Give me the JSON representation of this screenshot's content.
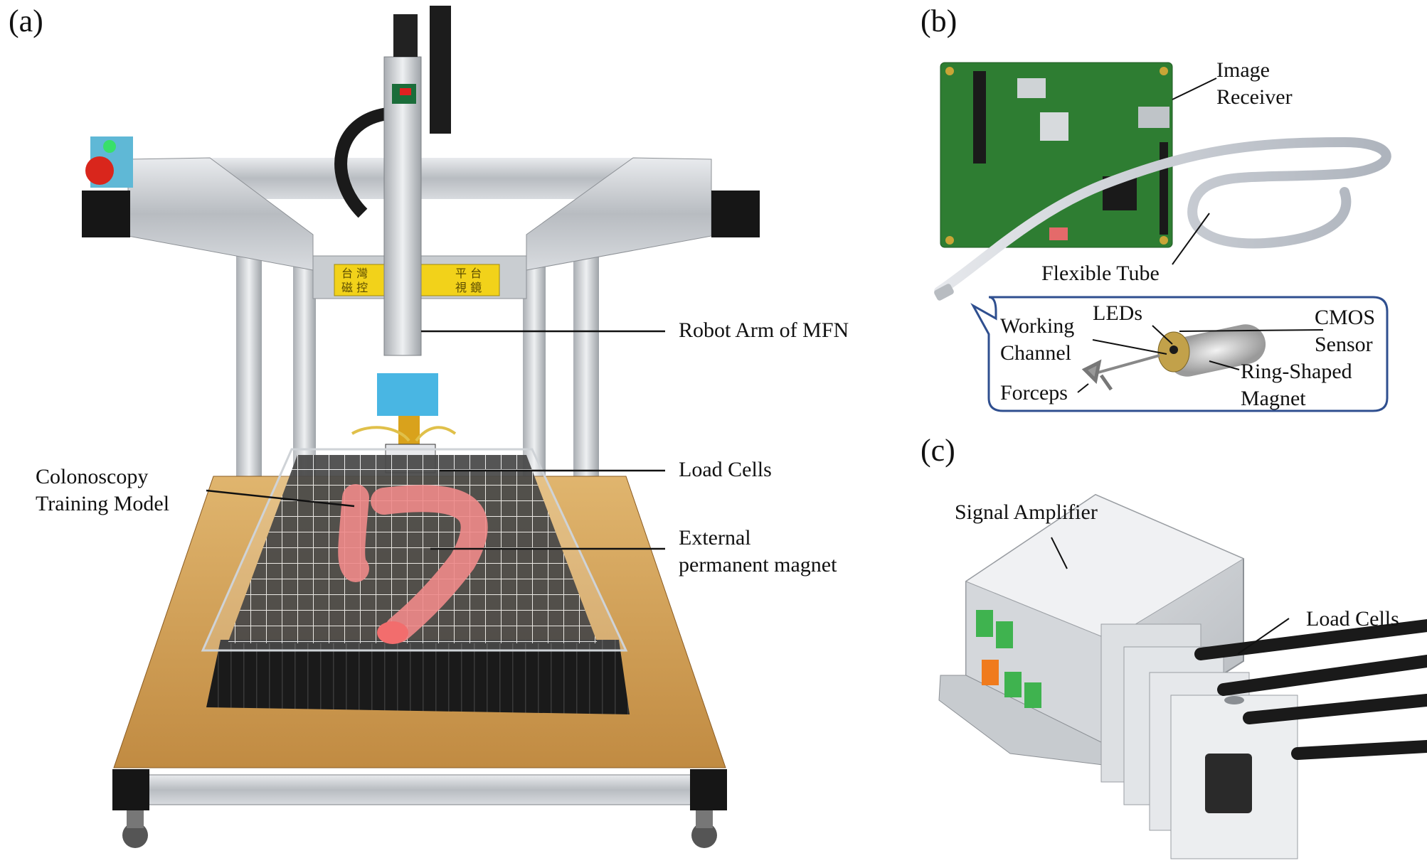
{
  "panels": {
    "a": {
      "label": "(a)",
      "annotations": {
        "robot_arm": "Robot Arm of MFN",
        "load_cells": "Load Cells",
        "training_model": [
          "Colonoscopy",
          "Training Model"
        ],
        "external_magnet": [
          "External",
          "permanent magnet"
        ]
      },
      "signage": [
        "台 灣",
        "平 台",
        "磁 控",
        "視 鏡"
      ]
    },
    "b": {
      "label": "(b)",
      "annotations": {
        "image_receiver": [
          "Image",
          "Receiver"
        ],
        "flexible_tube": "Flexible Tube",
        "leds": "LEDs",
        "cmos_sensor": [
          "CMOS",
          "Sensor"
        ],
        "working_channel": [
          "Working",
          "Channel"
        ],
        "ring_magnet": [
          "Ring-Shaped",
          "Magnet"
        ],
        "forceps": "Forceps"
      }
    },
    "c": {
      "label": "(c)",
      "annotations": {
        "signal_amplifier": "Signal Amplifier",
        "load_cells": "Load Cells"
      }
    }
  },
  "colors": {
    "frame_aluminum": "#c9cdd1",
    "frame_dark": "#1b1b1b",
    "wood_base": "#d3a15a",
    "colon_model": "#f08a8a",
    "cyan_mount": "#49b6e3",
    "magnet_gold": "#d9a21c",
    "pcb_green": "#2e7d32",
    "callout_border": "#2f4f8f"
  }
}
